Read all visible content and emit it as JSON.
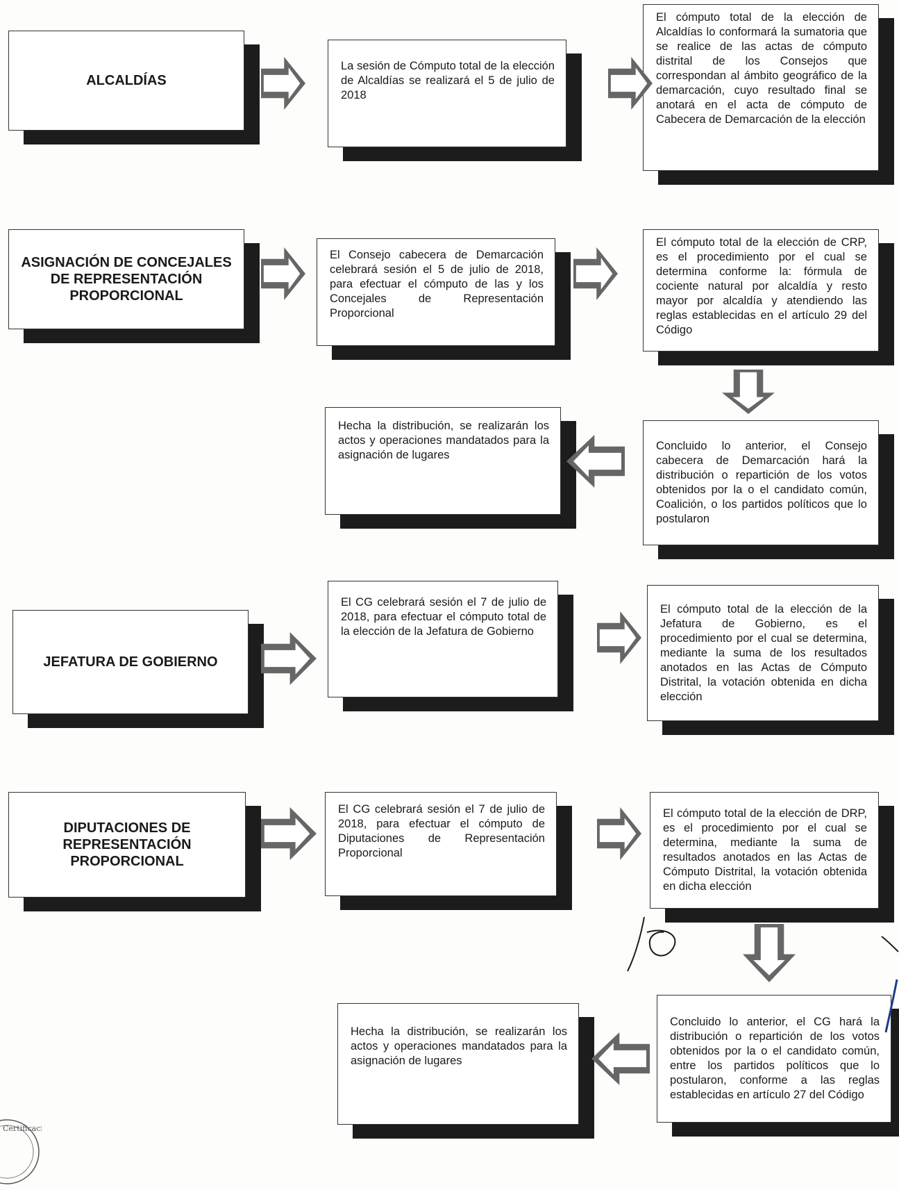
{
  "colors": {
    "box_fill": "#ffffff",
    "box_border": "#333333",
    "shadow": "#1c1c1c",
    "arrow_fill": "#666666",
    "arrow_inner": "#ffffff",
    "signature_ink": "#1f3a8a"
  },
  "rows": {
    "alcaldias": {
      "heading": "ALCALDÍAS",
      "session": "La sesión de Cómputo total de la elección de Alcaldías se realizará el 5 de julio de 2018",
      "result": "El cómputo total de la elección de Alcaldías lo conformará la sumatoria que se realice de las actas de cómputo distrital de los Consejos que correspondan al ámbito geográfico de la demarcación, cuyo resultado final se anotará en el acta de cómputo de Cabecera de Demarcación de la elección"
    },
    "concejales": {
      "heading": "ASIGNACIÓN DE CONCEJALES DE REPRESENTACIÓN PROPORCIONAL",
      "session": "El Consejo cabecera de Demarcación celebrará sesión el 5 de julio de 2018, para efectuar el cómputo de las y los Concejales de Representación Proporcional",
      "result": "El cómputo total de la elección de CRP, es el procedimiento por el cual se determina conforme la: fórmula de cociente natural por alcaldía y resto mayor por alcaldía y atendiendo las reglas establecidas en el artículo 29 del Código",
      "conclusion": "Concluido lo anterior, el Consejo cabecera de Demarcación hará la distribución o repartición de los votos obtenidos por la o el candidato común, Coalición, o los partidos políticos que lo postularon",
      "outcome": "Hecha la distribución, se realizarán los actos y operaciones mandatados para la asignación de lugares"
    },
    "jefatura": {
      "heading": "JEFATURA DE GOBIERNO",
      "session": "El CG celebrará sesión el 7 de julio de 2018, para efectuar el cómputo total de la elección de la Jefatura de Gobierno",
      "result": "El cómputo total de la elección de la Jefatura de Gobierno, es el procedimiento por el cual se determina, mediante la suma de los resultados anotados en las Actas de Cómputo Distrital, la votación obtenida en dicha elección"
    },
    "diputaciones": {
      "heading": "DIPUTACIONES DE REPRESENTACIÓN PROPORCIONAL",
      "session": "El CG celebrará sesión el 7 de julio de 2018, para efectuar el cómputo de Diputaciones de Representación Proporcional",
      "result": "El cómputo total de la elección de DRP, es el procedimiento por el cual se determina, mediante la suma de resultados anotados en las Actas de Cómputo Distrital, la votación obtenida en dicha elección",
      "conclusion": "Concluido lo anterior, el CG hará la distribución o repartición de los votos obtenidos por la o el candidato común, entre los partidos políticos que lo postularon, conforme a las reglas establecidas en artículo 27 del Código",
      "outcome": "Hecha la distribución, se realizarán los actos y operaciones mandatados para la asignación de lugares"
    }
  },
  "seal_text": "Certificación"
}
